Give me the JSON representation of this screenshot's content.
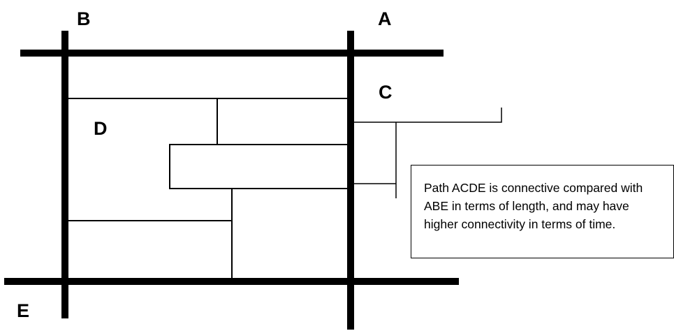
{
  "labels": {
    "A": "A",
    "B": "B",
    "C": "C",
    "D": "D",
    "E": "E"
  },
  "note": {
    "text": "Path ACDE is connective compared with ABE in terms of length, and may have higher connectivity in terms of time."
  },
  "colors": {
    "ink": "#000000",
    "background": "#ffffff"
  }
}
